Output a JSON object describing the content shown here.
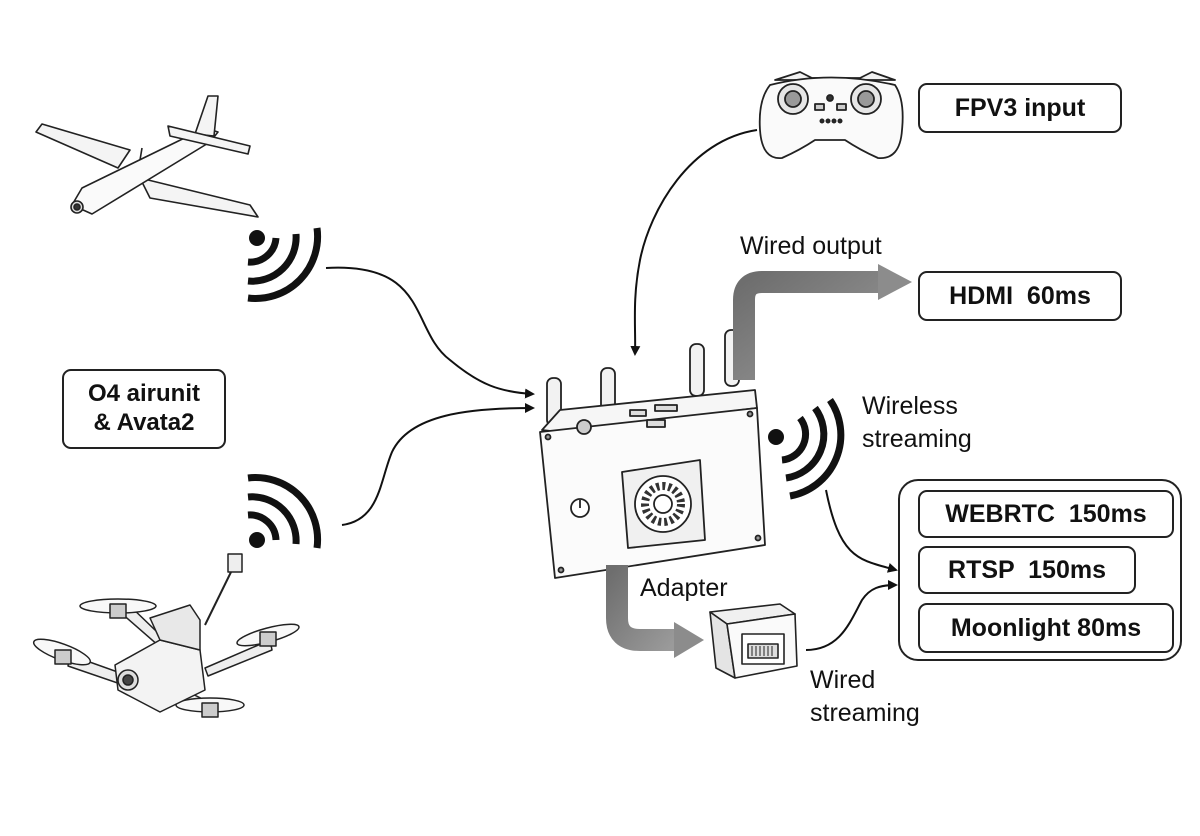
{
  "sources": {
    "airunit_label": [
      "O4 airunit",
      "& Avata2"
    ]
  },
  "inputs": {
    "fpv3": "FPV3 input"
  },
  "outputs": {
    "wired_output_title": "Wired output",
    "hdmi": "HDMI  60ms",
    "wireless_title": [
      "Wireless",
      "streaming"
    ],
    "streams": [
      "WEBRTC  150ms",
      "RTSP  150ms",
      "Moonlight 80ms"
    ],
    "adapter_title": "Adapter",
    "wired_streaming_title": [
      "Wired",
      "streaming"
    ]
  },
  "icons": {
    "plane": "fixed-wing-plane-icon",
    "quad": "fpv-quadcopter-icon",
    "controller": "remote-controller-icon",
    "device": "ground-station-device-icon",
    "adapter": "ethernet-adapter-icon",
    "wireless": "wireless-signal-icon"
  },
  "colors": {
    "line": "#111111",
    "wide_arrow": "#7f7f7f"
  }
}
